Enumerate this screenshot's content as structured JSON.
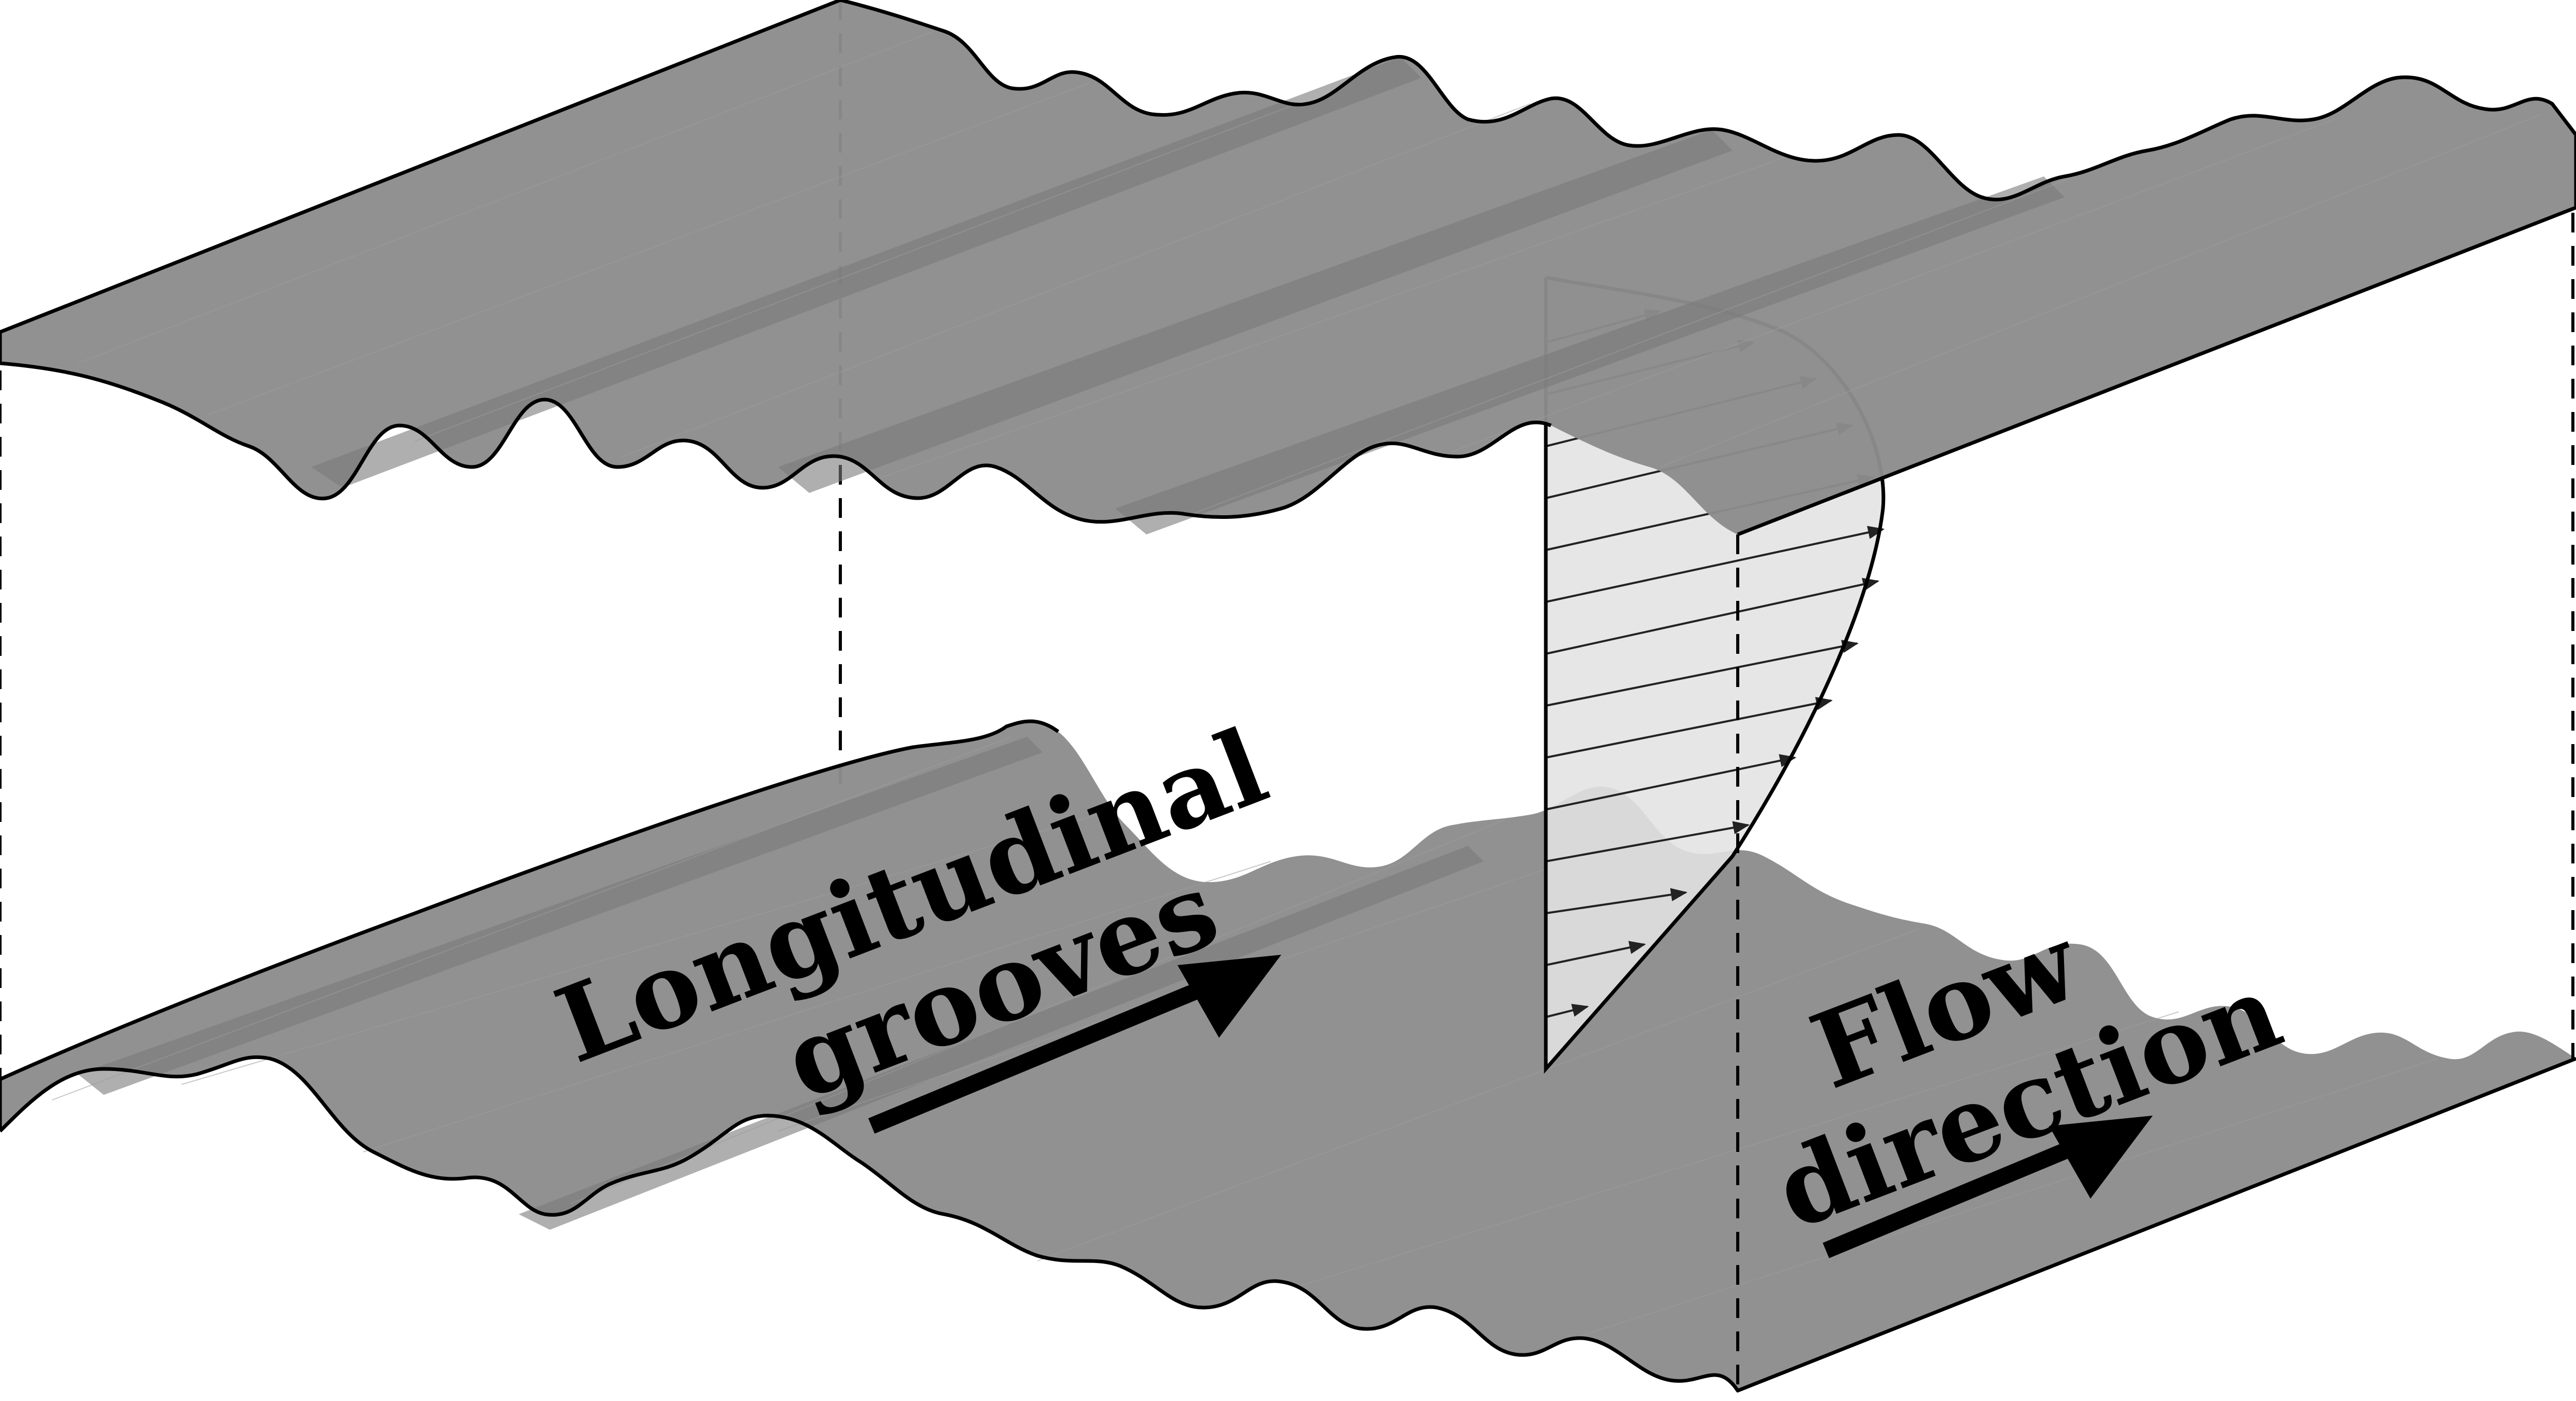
{
  "labels": {
    "grooves_line1": "Longitudinal",
    "grooves_line2": "grooves",
    "flow_line1": "Flow",
    "flow_line2": "direction"
  },
  "colors": {
    "surface": "#8c8c8c",
    "profile_fill": "#e2e2e2",
    "outline": "#000000"
  }
}
